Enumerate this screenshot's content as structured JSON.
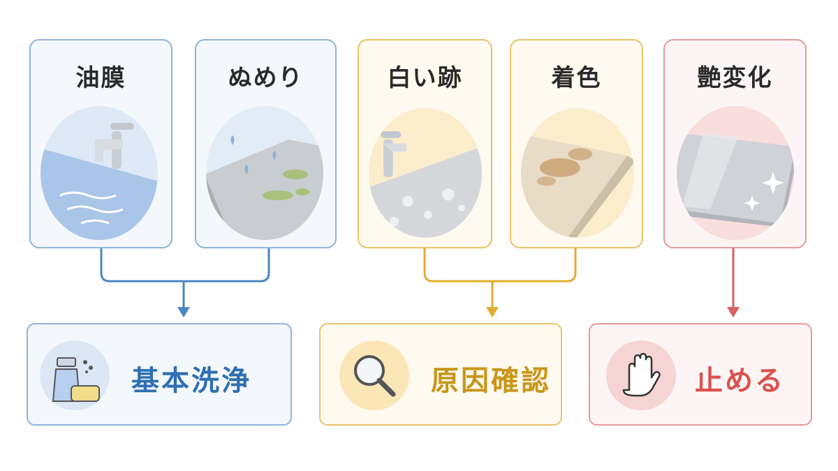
{
  "problems": [
    {
      "label": "油膜",
      "group": "blue",
      "icon": "faucet-water-icon"
    },
    {
      "label": "ぬめり",
      "group": "blue",
      "icon": "slime-countertop-icon"
    },
    {
      "label": "白い跡",
      "group": "amber",
      "icon": "white-spots-icon"
    },
    {
      "label": "着色",
      "group": "amber",
      "icon": "stain-icon"
    },
    {
      "label": "艶変化",
      "group": "red",
      "icon": "gloss-change-icon"
    }
  ],
  "actions": [
    {
      "label": "基本洗浄",
      "icon": "spray-sponge-icon",
      "color": "#2f6fb3"
    },
    {
      "label": "原因確認",
      "icon": "magnifier-icon",
      "color": "#c9961a"
    },
    {
      "label": "止める",
      "icon": "stop-hand-icon",
      "color": "#d9534f"
    }
  ],
  "colors": {
    "blue": "#4a86c5",
    "amber": "#e0ad2e",
    "red": "#d9605c"
  }
}
